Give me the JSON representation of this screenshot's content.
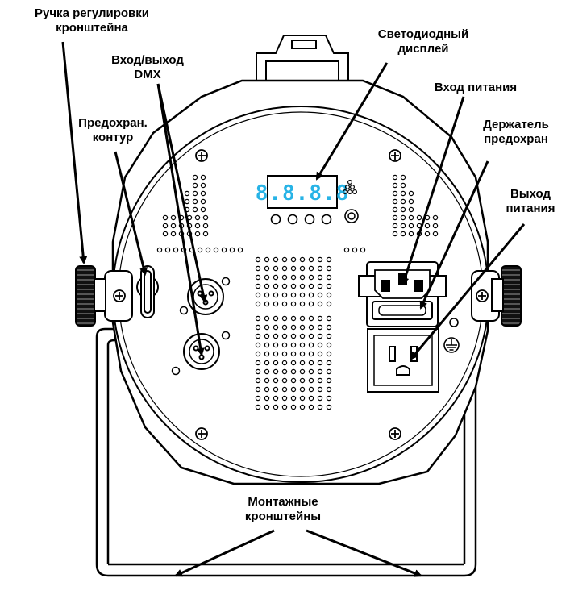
{
  "labels": {
    "bracket_knob": [
      "Ручка регулировки",
      "кронштейна"
    ],
    "dmx": [
      "Вход/выход",
      "DMX"
    ],
    "fuse_circuit": [
      "Предохран.",
      "контур"
    ],
    "led_display": [
      "Светодиодный",
      "дисплей"
    ],
    "power_in": [
      "Вход питания"
    ],
    "fuse_holder": [
      "Держатель",
      "предохран"
    ],
    "power_out": [
      "Выход",
      "питания"
    ],
    "mounting_brackets": [
      "Монтажные",
      "кронштейны"
    ]
  },
  "display": {
    "text": "8.8.8.8",
    "color": "#27b3e6"
  }
}
